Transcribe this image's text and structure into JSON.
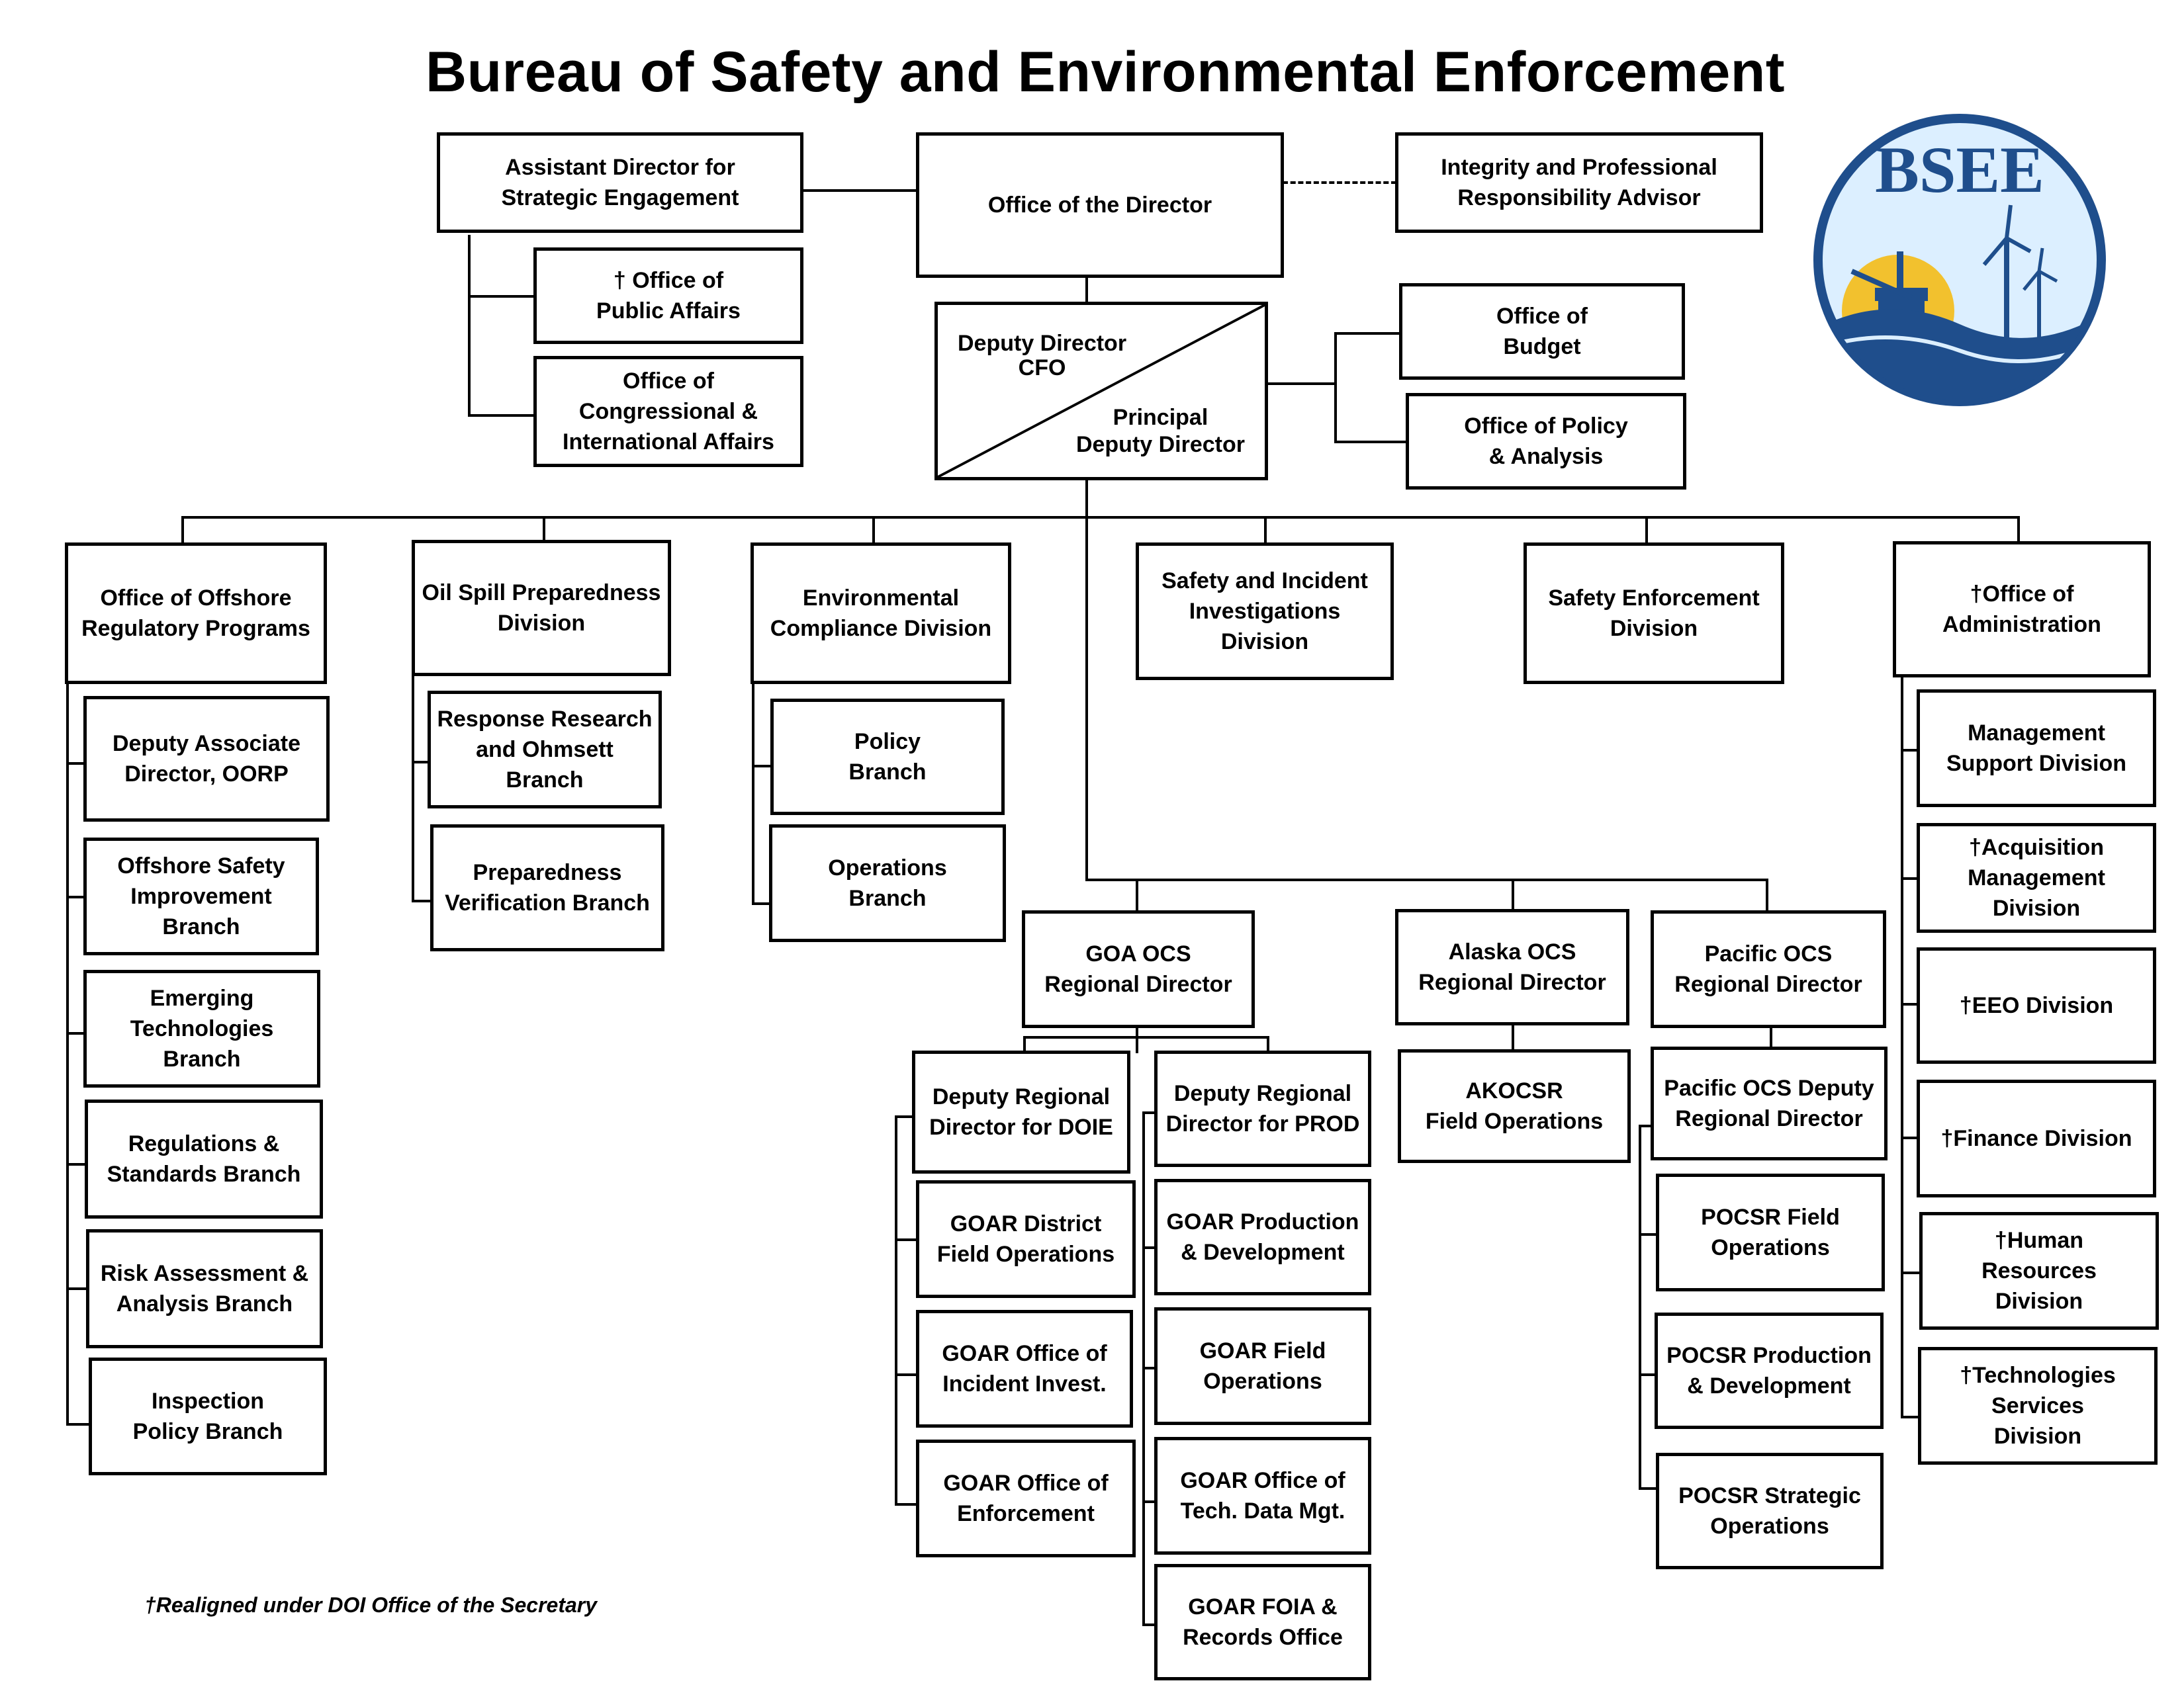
{
  "title": "Bureau of Safety and Environmental Enforcement",
  "footnote": "†Realigned under DOI Office of the Secretary",
  "logo": {
    "text": "BSEE",
    "colors": {
      "ring": "#1f4e8c",
      "sky": "#dcefff",
      "sun": "#f2c12e",
      "sea": "#1f4e8c"
    }
  },
  "top": {
    "asst_director": "Assistant Director for\nStrategic Engagement",
    "director": "Office of the Director",
    "integrity": "Integrity and Professional\nResponsibility Advisor",
    "public_affairs": "† Office of\nPublic Affairs",
    "congressional": "Office of\nCongressional &\nInternational Affairs",
    "deputy_cfo": "Deputy Director\nCFO",
    "principal_deputy": "Principal\nDeputy Director",
    "budget": "Office of\nBudget",
    "policy_analysis": "Office of Policy\n& Analysis"
  },
  "divisions": {
    "oorp": "Office of Offshore\nRegulatory Programs",
    "oil_spill": "Oil Spill Preparedness\nDivision",
    "env_compliance": "Environmental\nCompliance Division",
    "safety_incident": "Safety and Incident\nInvestigations Division",
    "safety_enforcement": "Safety Enforcement\nDivision",
    "administration": "†Office of\nAdministration"
  },
  "oorp_branches": [
    "Deputy Associate\nDirector, OORP",
    "Offshore Safety\nImprovement Branch",
    "Emerging\nTechnologies Branch",
    "Regulations &\nStandards Branch",
    "Risk Assessment &\nAnalysis Branch",
    "Inspection\nPolicy Branch"
  ],
  "oil_spill_branches": [
    "Response Research\nand Ohmsett\nBranch",
    "Preparedness\nVerification Branch"
  ],
  "env_branches": [
    "Policy\nBranch",
    "Operations\nBranch"
  ],
  "admin_branches": [
    "Management\nSupport Division",
    "†Acquisition\nManagement\nDivision",
    "†EEO Division",
    "†Finance Division",
    "†Human\nResources\nDivision",
    "†Technologies\nServices\nDivision"
  ],
  "regions": {
    "goa": "GOA OCS\nRegional Director",
    "alaska": "Alaska OCS\nRegional Director",
    "pacific": "Pacific OCS\nRegional Director"
  },
  "goa_doie": [
    "Deputy Regional\nDirector for DOIE",
    "GOAR District\nField Operations",
    "GOAR Office of\nIncident Invest.",
    "GOAR Office of\nEnforcement"
  ],
  "goa_prod": [
    "Deputy Regional\nDirector for PROD",
    "GOAR Production\n& Development",
    "GOAR  Field\nOperations",
    "GOAR Office of\nTech. Data Mgt.",
    "GOAR FOIA &\nRecords Office"
  ],
  "alaska_units": [
    "AKOCSR\nField Operations"
  ],
  "pacific_units": [
    "Pacific OCS Deputy\nRegional Director",
    "POCSR  Field\nOperations",
    "POCSR Production\n& Development",
    "POCSR Strategic\nOperations"
  ]
}
